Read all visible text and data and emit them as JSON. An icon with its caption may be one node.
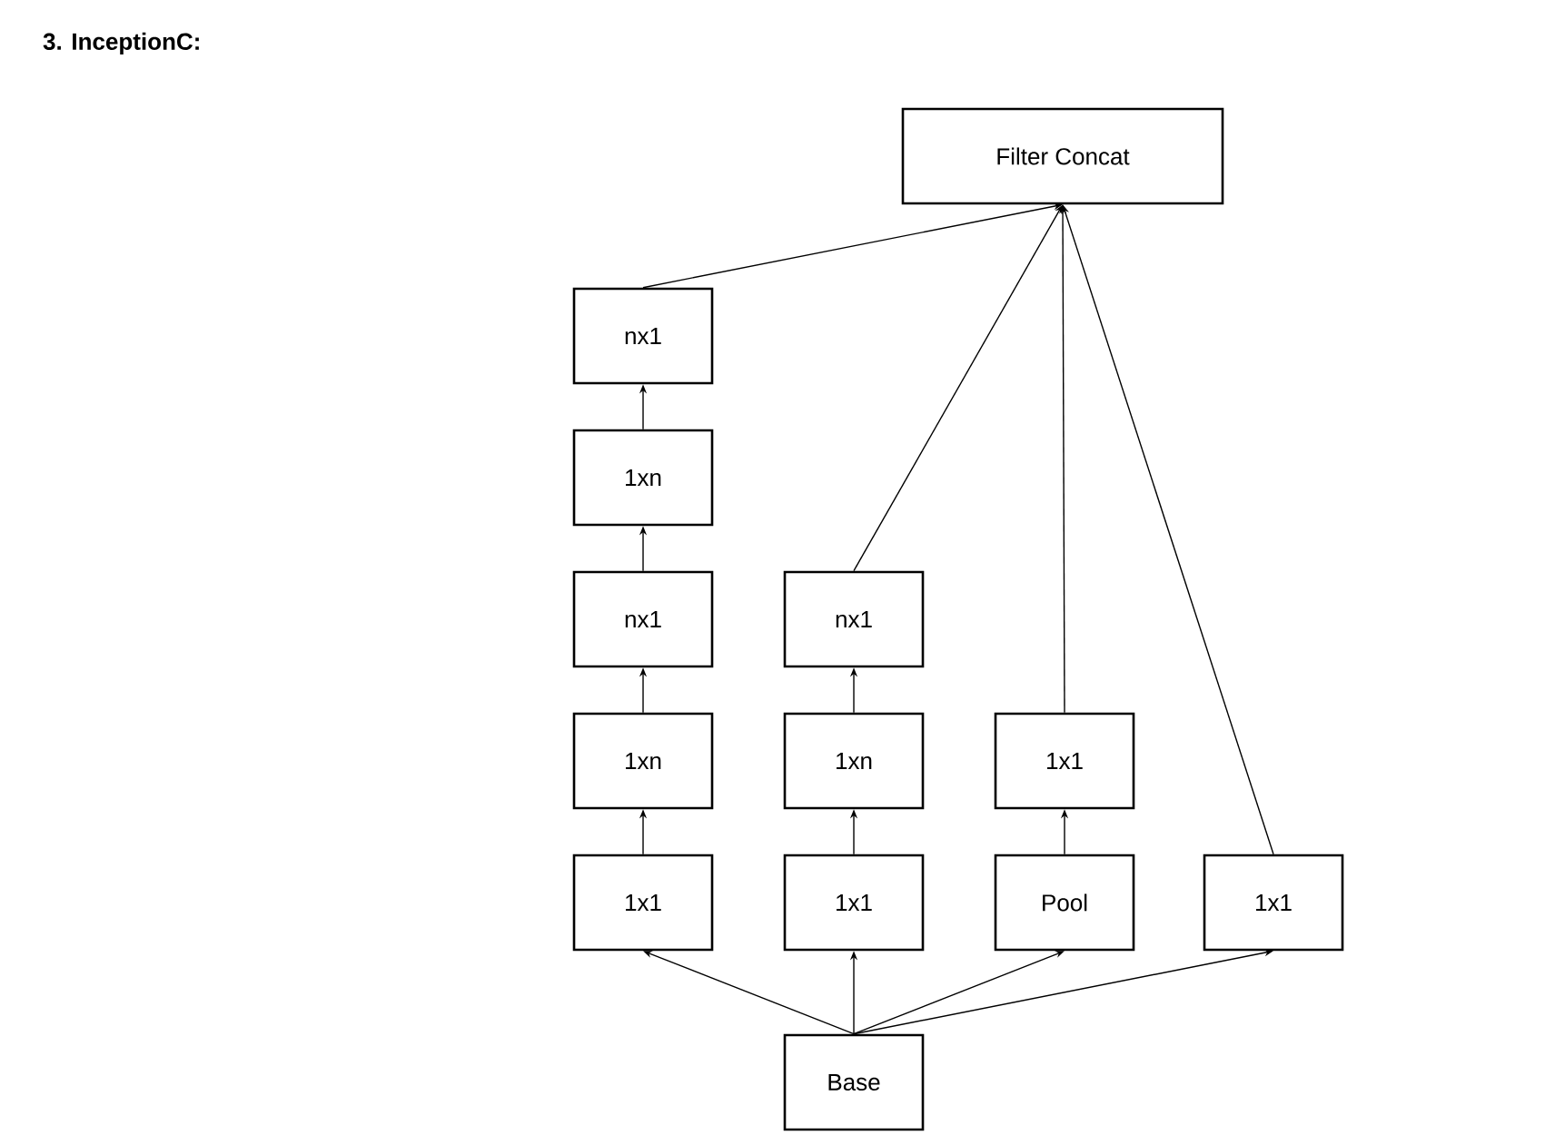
{
  "diagram": {
    "title": "3. InceptionC:",
    "nodes": [
      {
        "text": [
          "Filter Concat"
        ]
      },
      {
        "text": [
          "nx1"
        ]
      },
      {
        "text": [
          "1xn"
        ]
      },
      {
        "text": [
          "nx1"
        ]
      },
      {
        "text": [
          "nx1"
        ]
      },
      {
        "text": [
          "1xn"
        ]
      },
      {
        "text": [
          "1xn"
        ]
      },
      {
        "text": [
          "1x1"
        ]
      },
      {
        "text": [
          "1x1"
        ]
      },
      {
        "text": [
          "1x1"
        ]
      },
      {
        "text": [
          "Pool"
        ]
      },
      {
        "text": [
          "1x1"
        ]
      },
      {
        "text": [
          "Base"
        ]
      }
    ],
    "edges": [
      {
        "from": 1,
        "to": 0,
        "arrow": "to"
      },
      {
        "from": 4,
        "to": 0,
        "arrow": "to"
      },
      {
        "from": 7,
        "to": 0,
        "arrow": "to"
      },
      {
        "from": 11,
        "to": 0,
        "arrow": "to"
      },
      {
        "from": 2,
        "to": 1,
        "arrow": "to"
      },
      {
        "from": 3,
        "to": 2,
        "arrow": "to"
      },
      {
        "from": 5,
        "to": 3,
        "arrow": "to"
      },
      {
        "from": 8,
        "to": 5,
        "arrow": "to"
      },
      {
        "from": 6,
        "to": 4,
        "arrow": "to"
      },
      {
        "from": 9,
        "to": 6,
        "arrow": "to"
      },
      {
        "from": 10,
        "to": 7,
        "arrow": "to"
      },
      {
        "from": 12,
        "to": 8,
        "arrow": "to"
      },
      {
        "from": 12,
        "to": 9,
        "arrow": "to"
      },
      {
        "from": 12,
        "to": 10,
        "arrow": "to"
      },
      {
        "from": 12,
        "to": 11,
        "arrow": "to"
      }
    ]
  }
}
